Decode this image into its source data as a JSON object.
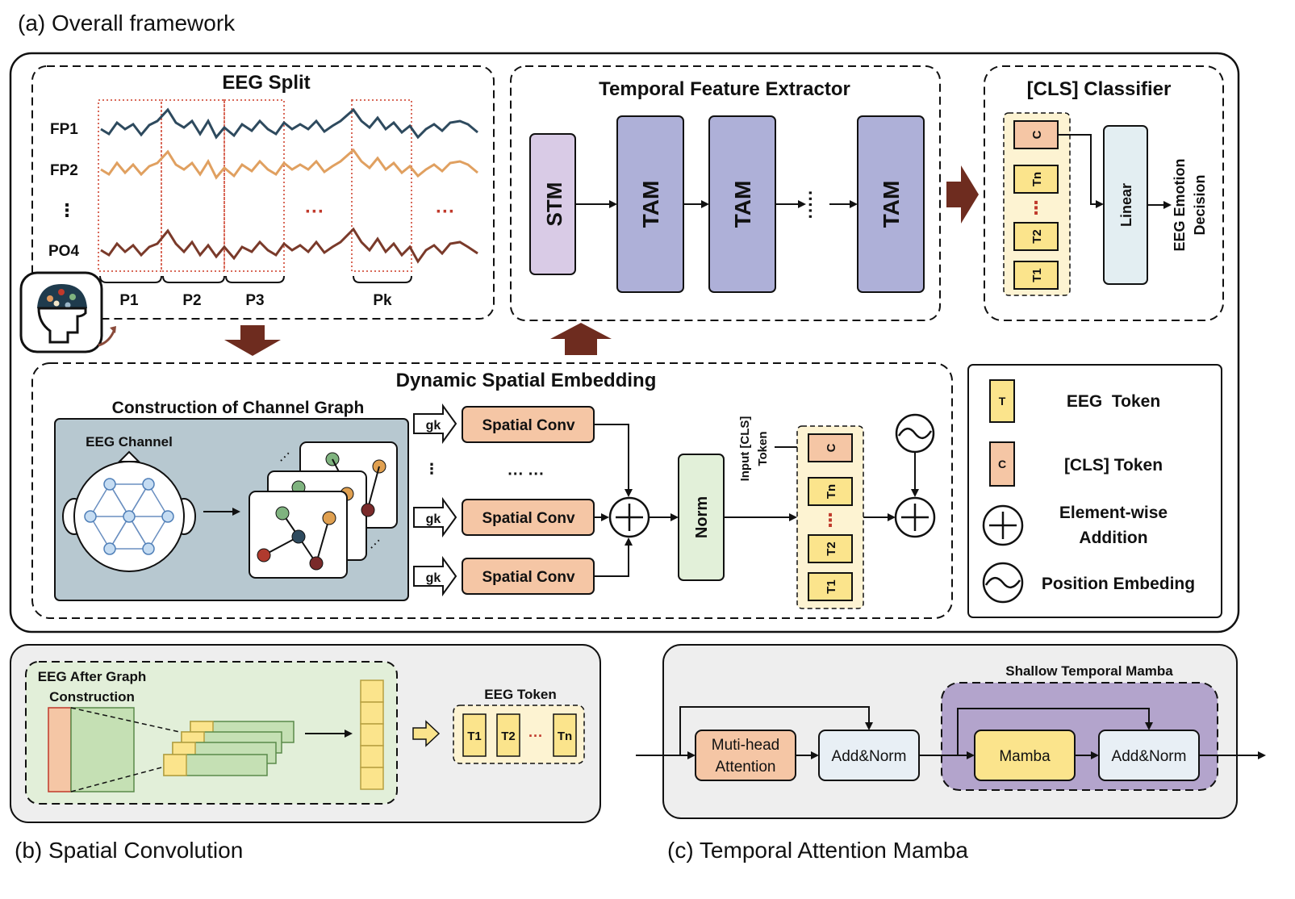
{
  "captions": {
    "a": "(a) Overall framework",
    "b": "(b) Spatial Convolution",
    "c": "(c) Temporal Attention Mamba"
  },
  "eeg_split": {
    "title": "EEG Split",
    "channels": [
      "FP1",
      "FP2",
      "⋮",
      "PO4"
    ],
    "patches": [
      "P1",
      "P2",
      "P3",
      "Pk"
    ],
    "ellipsis": "···"
  },
  "temporal_extractor": {
    "title": "Temporal Feature Extractor",
    "stm": "STM",
    "tam": "TAM",
    "dots": "·····"
  },
  "cls_classifier": {
    "title": "[CLS] Classifier",
    "tokens": [
      "C",
      "Tn",
      "⋮",
      "T2",
      "T1"
    ],
    "linear": "Linear",
    "decision": [
      "EEG Emotion",
      "Decision"
    ]
  },
  "dse": {
    "title": "Dynamic Spatial Embedding",
    "graph_title": "Construction of Channel Graph",
    "eeg_channel": "EEG Channel",
    "gk": "gk",
    "spatial_conv": "Spatial Conv",
    "vdots": "⋮",
    "conv_dots": "··· ···",
    "norm": "Norm",
    "input_cls": [
      "Input [CLS]",
      "Token"
    ],
    "tokens": [
      "C",
      "Tn",
      "⋮",
      "T2",
      "T1"
    ]
  },
  "legend": {
    "eeg_token_icon": "T",
    "eeg_token": "EEG  Token",
    "cls_token_icon": "C",
    "cls_token": "[CLS] Token",
    "addition": [
      "Element-wise",
      "Addition"
    ],
    "position": "Position Embeding"
  },
  "spatial_conv_panel": {
    "after_graph": [
      "EEG After Graph",
      "Construction"
    ],
    "eeg_token_title": "EEG Token",
    "tokens": [
      "T1",
      "T2",
      "Tn"
    ],
    "dots": "···"
  },
  "tam_panel": {
    "stm_title": "Shallow Temporal Mamba",
    "mha": [
      "Muti-head",
      "Attention"
    ],
    "add_norm": "Add&Norm",
    "mamba": "Mamba"
  },
  "colors": {
    "eeg_fp1": "#2e4a5e",
    "eeg_fp2": "#e0a060",
    "eeg_po4": "#7a3a2a",
    "tam_fill": "#aeb0d8",
    "stm_fill": "#d9cbe6",
    "token_yellow": "#fbe48c",
    "cls_orange": "#f5c6a5",
    "arrow_brown": "#6e2c1f",
    "graph_bg": "#b7c8d0",
    "purple_panel": "#b3a4cc",
    "green_panel": "#e2efd9"
  }
}
